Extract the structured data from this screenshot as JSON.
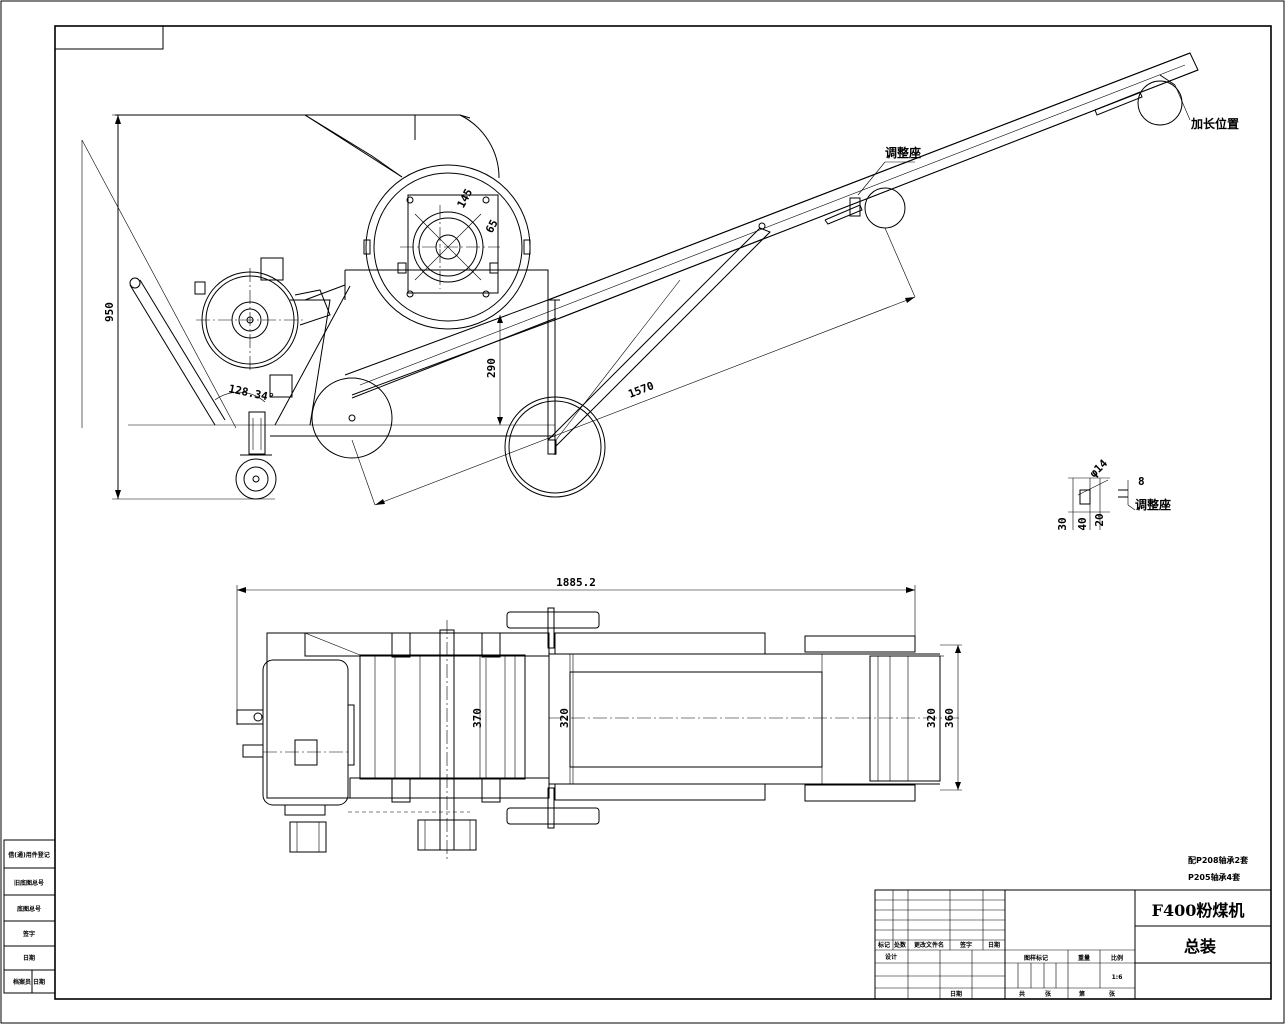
{
  "drawing": {
    "title_name": "F400粉煤机",
    "title_sub": "总装",
    "bearing_note_1": "配P208轴承2套",
    "bearing_note_2": "P205轴承4套",
    "scale_value": "1:6"
  },
  "side_view": {
    "dim_height": "950",
    "dim_145": "145",
    "dim_65": "65",
    "dim_290": "290",
    "dim_1570": "1570",
    "angle": "128.34°",
    "label_adjust_seat": "调整座",
    "label_extended_position": "加长位置"
  },
  "detail_view": {
    "dim_dia": "φ14",
    "dim_8": "8",
    "dim_30": "30",
    "dim_40": "40",
    "dim_20": "20",
    "label_adjust_seat": "调整座"
  },
  "top_view": {
    "dim_length": "1885.2",
    "dim_370": "370",
    "dim_320_a": "320",
    "dim_320_b": "320",
    "dim_360": "360"
  },
  "left_strip": {
    "rows": [
      "借(通)用件登记",
      "旧底图总号",
      "底图总号",
      "签字",
      "日期",
      "档案员 日期"
    ]
  },
  "title_block": {
    "col_labels": [
      "标记",
      "处数",
      "更改文件名",
      "签字",
      "日期"
    ],
    "design": "设计",
    "date_left": "日期",
    "stage_mark": "图样标记",
    "weight": "重量",
    "scale": "比例",
    "total": "共",
    "sheets_total": "张",
    "sheet_no": "第",
    "sheets_no": "张"
  }
}
